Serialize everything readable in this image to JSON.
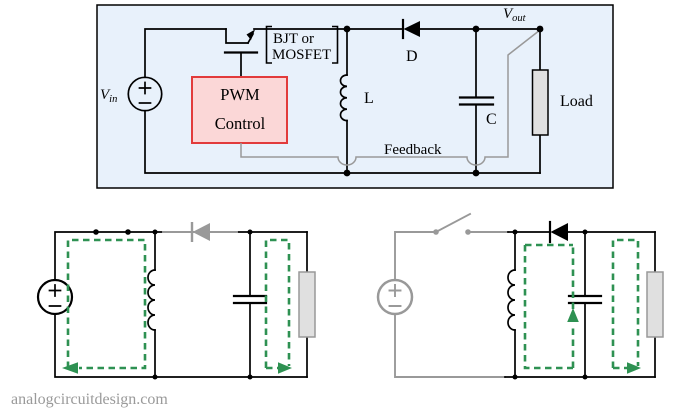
{
  "colors": {
    "panel_background": "#e8f1fb",
    "pwm_fill": "#fbd7d7",
    "pwm_border": "#e23b3b",
    "wire_black": "#000000",
    "inactive_gray": "#999999",
    "loop_green": "#2e9152",
    "load_fill": "#e0e0e0"
  },
  "main_circuit": {
    "input_label": {
      "base": "V",
      "subscript": "in"
    },
    "output_label": {
      "base": "V",
      "subscript": "out"
    },
    "switch_note": {
      "line1": "BJT or",
      "line2": "MOSFET"
    },
    "controller": {
      "line1": "PWM",
      "line2": "Control"
    },
    "diode_label": "D",
    "inductor_label": "L",
    "capacitor_label": "C",
    "load_label": "Load",
    "feedback_label": "Feedback"
  },
  "watermark": "analogcircuitdesign.com"
}
